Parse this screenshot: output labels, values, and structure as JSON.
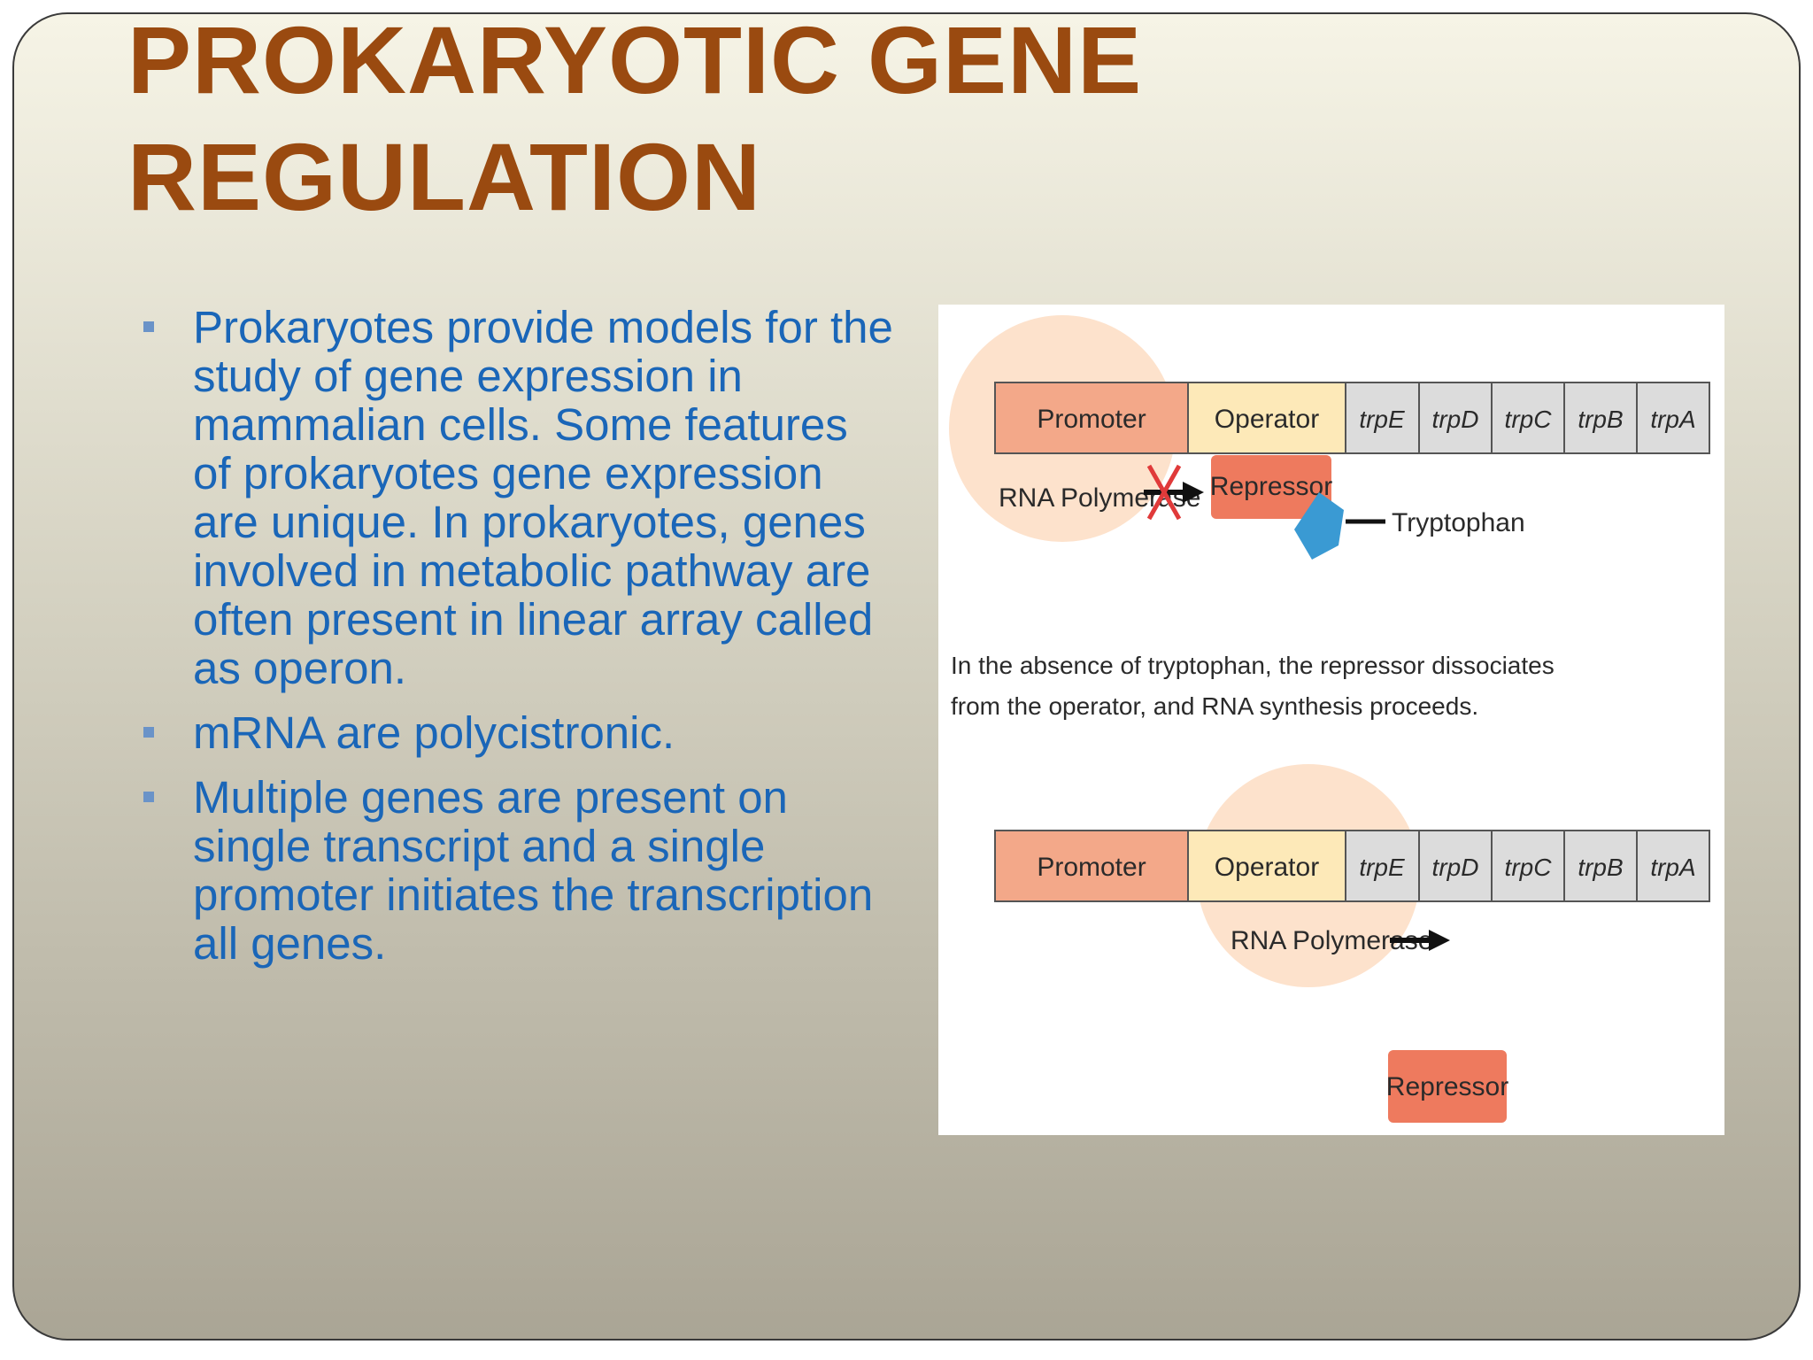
{
  "slide": {
    "title_line1": "PROKARYOTIC GENE",
    "title_line2": "REGULATION",
    "bullets": [
      "Prokaryotes provide models for the study of gene expression in mammalian cells. Some features of prokaryotes gene expression are unique. In prokaryotes, genes involved in metabolic pathway are often present in linear array called as operon.",
      "mRNA are polycistronic.",
      "Multiple genes are present on single transcript and a single promoter initiates the transcription all genes."
    ]
  },
  "diagram": {
    "top": {
      "promoter": "Promoter",
      "operator": "Operator",
      "genes": [
        "trpE",
        "trpD",
        "trpC",
        "trpB",
        "trpA"
      ],
      "polymerase": "RNA Polymerase",
      "repressor": "Repressor",
      "tryptophan": "Tryptophan"
    },
    "caption_line1": "In the absence of tryptophan, the repressor dissociates",
    "caption_line2": "from the operator, and RNA synthesis proceeds.",
    "bottom": {
      "promoter": "Promoter",
      "operator": "Operator",
      "genes": [
        "trpE",
        "trpD",
        "trpC",
        "trpB",
        "trpA"
      ],
      "polymerase": "RNA Polymerase",
      "repressor": "Repressor"
    },
    "colors": {
      "promoter": "#f3a889",
      "operator": "#fde9b8",
      "gene": "#dcdcdc",
      "polymerase_circle": "#fde2cc",
      "repressor": "#ee7a5e",
      "tryptophan": "#3a9ad3",
      "block_mark": "#e03a3a"
    }
  }
}
